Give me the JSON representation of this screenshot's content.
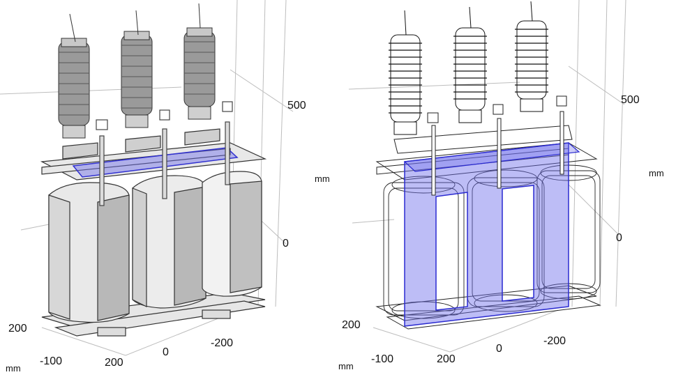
{
  "views": [
    {
      "name": "solid",
      "z_ticks": [
        "500",
        "0"
      ],
      "z_unit": "mm",
      "y_ticks": [
        "200",
        "-100"
      ],
      "x_ticks": [
        "200",
        "0",
        "-200"
      ],
      "xy_unit": "mm",
      "highlight_color": "#6d6dea"
    },
    {
      "name": "wireframe",
      "z_ticks": [
        "500",
        "0"
      ],
      "z_unit": "mm",
      "y_ticks": [
        "200",
        "-100"
      ],
      "x_ticks": [
        "200",
        "0",
        "-200"
      ],
      "xy_unit": "mm",
      "highlight_color": "#6d6dea"
    }
  ]
}
